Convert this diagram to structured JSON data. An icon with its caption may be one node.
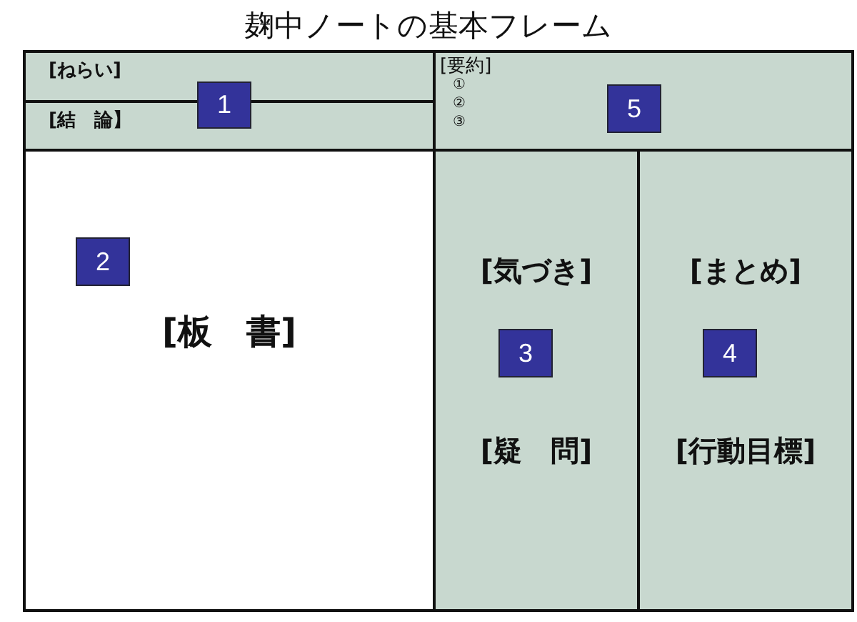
{
  "diagram": {
    "title": "麹中ノートの基本フレーム",
    "nodes": [
      {
        "text": [
          "[ねらい]"
        ]
      },
      {
        "text": [
          "[結　論】"
        ]
      },
      {
        "text": [
          "1"
        ]
      },
      {
        "text": [
          "[要約]",
          "①",
          "②",
          "③"
        ]
      },
      {
        "text": [
          "5"
        ],
        "in": 3
      },
      {
        "text": [
          "[板　書]"
        ]
      },
      {
        "text": [
          "2"
        ],
        "in": 5
      },
      {
        "text": [
          "[気づき]",
          "[疑　問]"
        ]
      },
      {
        "text": [
          "3"
        ],
        "in": 7
      },
      {
        "text": [
          "[まとめ]",
          "[行動目標]"
        ]
      },
      {
        "text": [
          "4"
        ],
        "in": 9
      }
    ],
    "edges": []
  }
}
